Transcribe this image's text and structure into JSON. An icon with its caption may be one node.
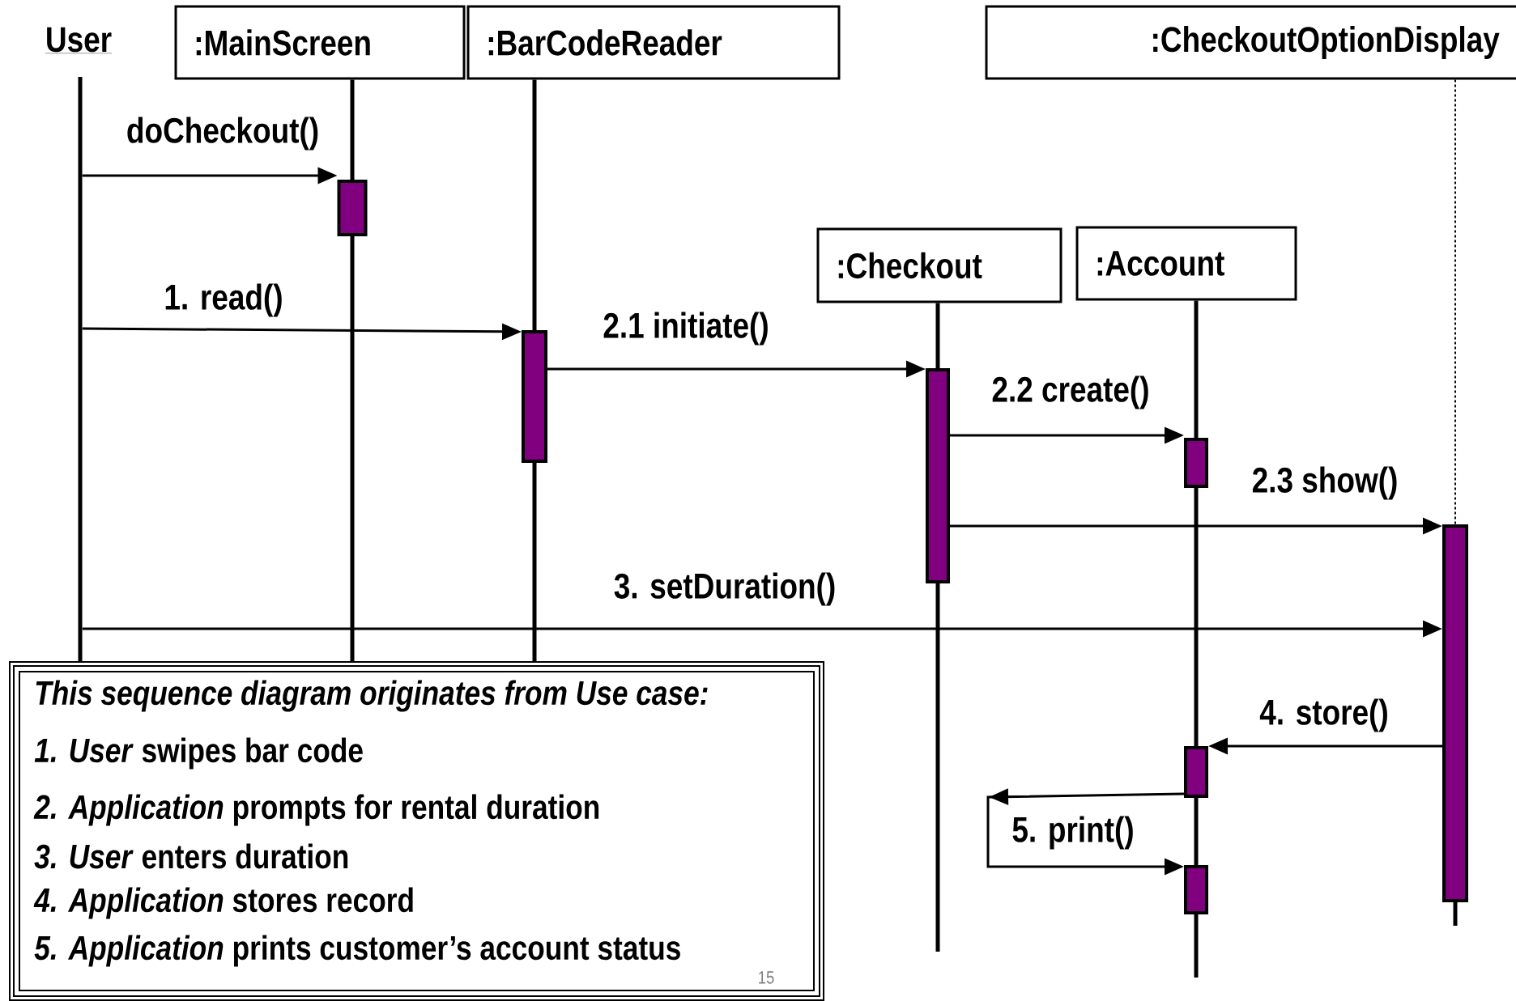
{
  "diagram": {
    "nodes": [
      {
        "text": [
          "User"
        ]
      },
      {
        "text": [
          ":MainScreen"
        ]
      },
      {
        "text": [
          ":BarCodeReader"
        ]
      },
      {
        "text": [
          ":CheckoutOptionDisplay"
        ]
      },
      {
        "text": [
          ":Checkout"
        ]
      },
      {
        "text": [
          ":Account"
        ]
      },
      {
        "text": [],
        "shape": "bar"
      },
      {
        "text": [],
        "shape": "bar"
      },
      {
        "text": [],
        "shape": "bar"
      },
      {
        "text": [],
        "shape": "bar"
      },
      {
        "text": [],
        "shape": "bar"
      },
      {
        "text": [],
        "shape": "bar"
      },
      {
        "text": [],
        "shape": "bar"
      },
      {
        "text": [
          "This sequence diagram originates from Use case:",
          "*1. User* swipes bar code",
          "*2. Application* prompts for rental duration",
          "*3. User* enters duration",
          "*4. Application* stores record",
          "*5. Application* prints customer’s account status"
        ]
      },
      {
        "text": [],
        "shape": "line"
      }
    ],
    "edges": [
      {
        "from": 14,
        "to": 6,
        "arrow": "to",
        "label": "doCheckout()"
      },
      {
        "from": 14,
        "to": 7,
        "arrow": "to",
        "label": "1. read()"
      },
      {
        "from": 7,
        "to": 8,
        "arrow": "to",
        "label": "2.1 initiate()"
      },
      {
        "from": 8,
        "to": 9,
        "arrow": "to",
        "label": "2.2 create()"
      },
      {
        "from": 8,
        "to": 10,
        "arrow": "to",
        "label": "2.3 show()"
      },
      {
        "from": 14,
        "to": 10,
        "arrow": "to",
        "label": "3. setDuration()"
      },
      {
        "from": 10,
        "to": 11,
        "arrow": "to",
        "label": "4. store()"
      },
      {
        "from": 11,
        "to": 12,
        "arrow": "to",
        "label": "5. print()"
      },
      {
        "from": 1,
        "to": 6,
        "arrow": "none"
      },
      {
        "from": 6,
        "to": 13,
        "arrow": "none"
      },
      {
        "from": 2,
        "to": 7,
        "arrow": "none"
      },
      {
        "from": 7,
        "to": 13,
        "arrow": "none"
      },
      {
        "from": 3,
        "to": 10,
        "arrow": "none",
        "style": "dashed"
      },
      {
        "from": 10,
        "to": null,
        "arrow": "none"
      },
      {
        "from": 4,
        "to": 8,
        "arrow": "none"
      },
      {
        "from": 8,
        "to": null,
        "arrow": "none"
      },
      {
        "from": 5,
        "to": 9,
        "arrow": "none"
      },
      {
        "from": 9,
        "to": 11,
        "arrow": "none"
      },
      {
        "from": 11,
        "to": 12,
        "arrow": "none"
      },
      {
        "from": 12,
        "to": null,
        "arrow": "none"
      }
    ],
    "labels": [
      "15"
    ]
  }
}
